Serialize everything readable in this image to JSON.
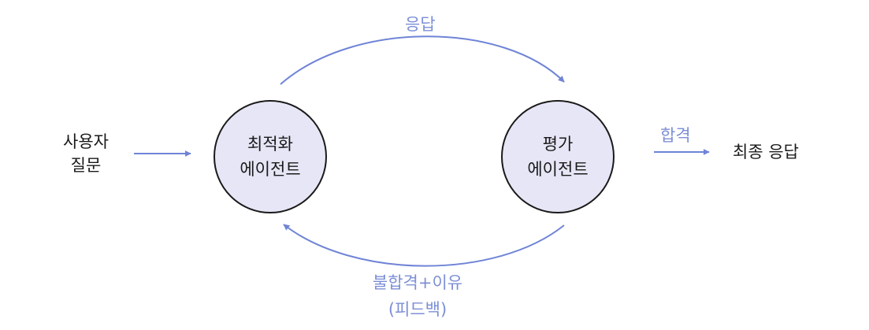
{
  "colors": {
    "arrow": "#6f84d6",
    "label_blue": "#7d8fd6",
    "text": "#1a1a1a",
    "node_fill": "#e6e6f6",
    "node_border": "#1a1a1a"
  },
  "input": {
    "line1": "사용자",
    "line2": "질문"
  },
  "optimizer_node": {
    "line1": "최적화",
    "line2": "에이전트"
  },
  "evaluator_node": {
    "line1": "평가",
    "line2": "에이전트"
  },
  "edges": {
    "response": "응답",
    "pass": "합격",
    "fail_line1": "불합격+이유",
    "fail_line2": "(피드백)"
  },
  "output": {
    "label": "최종 응답"
  }
}
